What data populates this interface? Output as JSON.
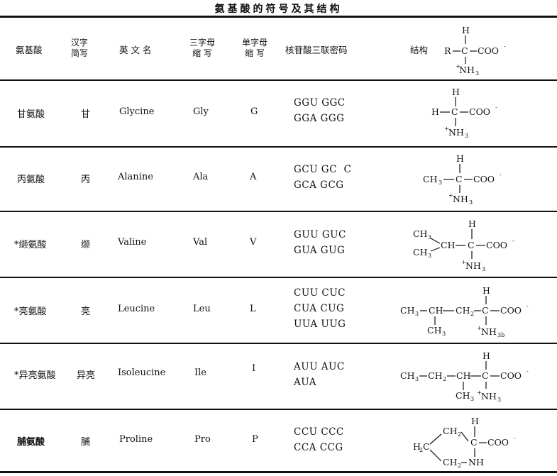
{
  "title": "氨基酸的符号及其结构",
  "header": {
    "amino_acid": "氨基酸",
    "cn_abbr": [
      "汉字",
      "简写"
    ],
    "en_name": "英 文 名",
    "three_letter": [
      "三字母",
      "缩 写"
    ],
    "one_letter": [
      "单字母",
      "缩 写"
    ],
    "codons": "核苷酸三联密码",
    "structure": "结构"
  },
  "rows": [
    {
      "name": "甘氨酸",
      "cn": "甘",
      "en": "Glycine",
      "three": "Gly",
      "one": "G",
      "codons": [
        "GGU GGC",
        "GGA GGG"
      ]
    },
    {
      "name": "丙氨酸",
      "cn": "丙",
      "en": "Alanine",
      "three": "Ala",
      "one": "A",
      "codons": [
        "GCU GC  C",
        "GCA GCG"
      ]
    },
    {
      "name": "*缬氨酸",
      "cn": "缬",
      "en": "Valine",
      "three": "Val",
      "one": "V",
      "codons": [
        "GUU GUC",
        "GUA GUG"
      ]
    },
    {
      "name": "*亮氨酸",
      "cn": "亮",
      "en": "Leucine",
      "three": "Leu",
      "one": "L",
      "codons": [
        "CUU CUC",
        "CUA CUG",
        "UUA UUG"
      ]
    },
    {
      "name": "*异亮氨酸",
      "cn": "异亮",
      "en": "Isoleucine",
      "three": "Ile",
      "one": "I",
      "codons": [
        "AUU AUC",
        "AUA"
      ]
    },
    {
      "name": "脯氨酸",
      "cn": "脯",
      "en": "Proline",
      "three": "Pro",
      "one": "P",
      "codons": [
        "CCU CCC",
        "CCA CCG"
      ]
    }
  ],
  "formula": {
    "H": "H",
    "R": "R",
    "C": "C",
    "COO": "COO",
    "minus": "-",
    "plus": "+",
    "N": "N",
    "NH": "NH",
    "NH3": "NH",
    "sub3": "3",
    "sub2": "2",
    "CH": "CH",
    "CH3": "CH",
    "CH2": "CH",
    "H2C": "H",
    "sub3b": "3b"
  }
}
